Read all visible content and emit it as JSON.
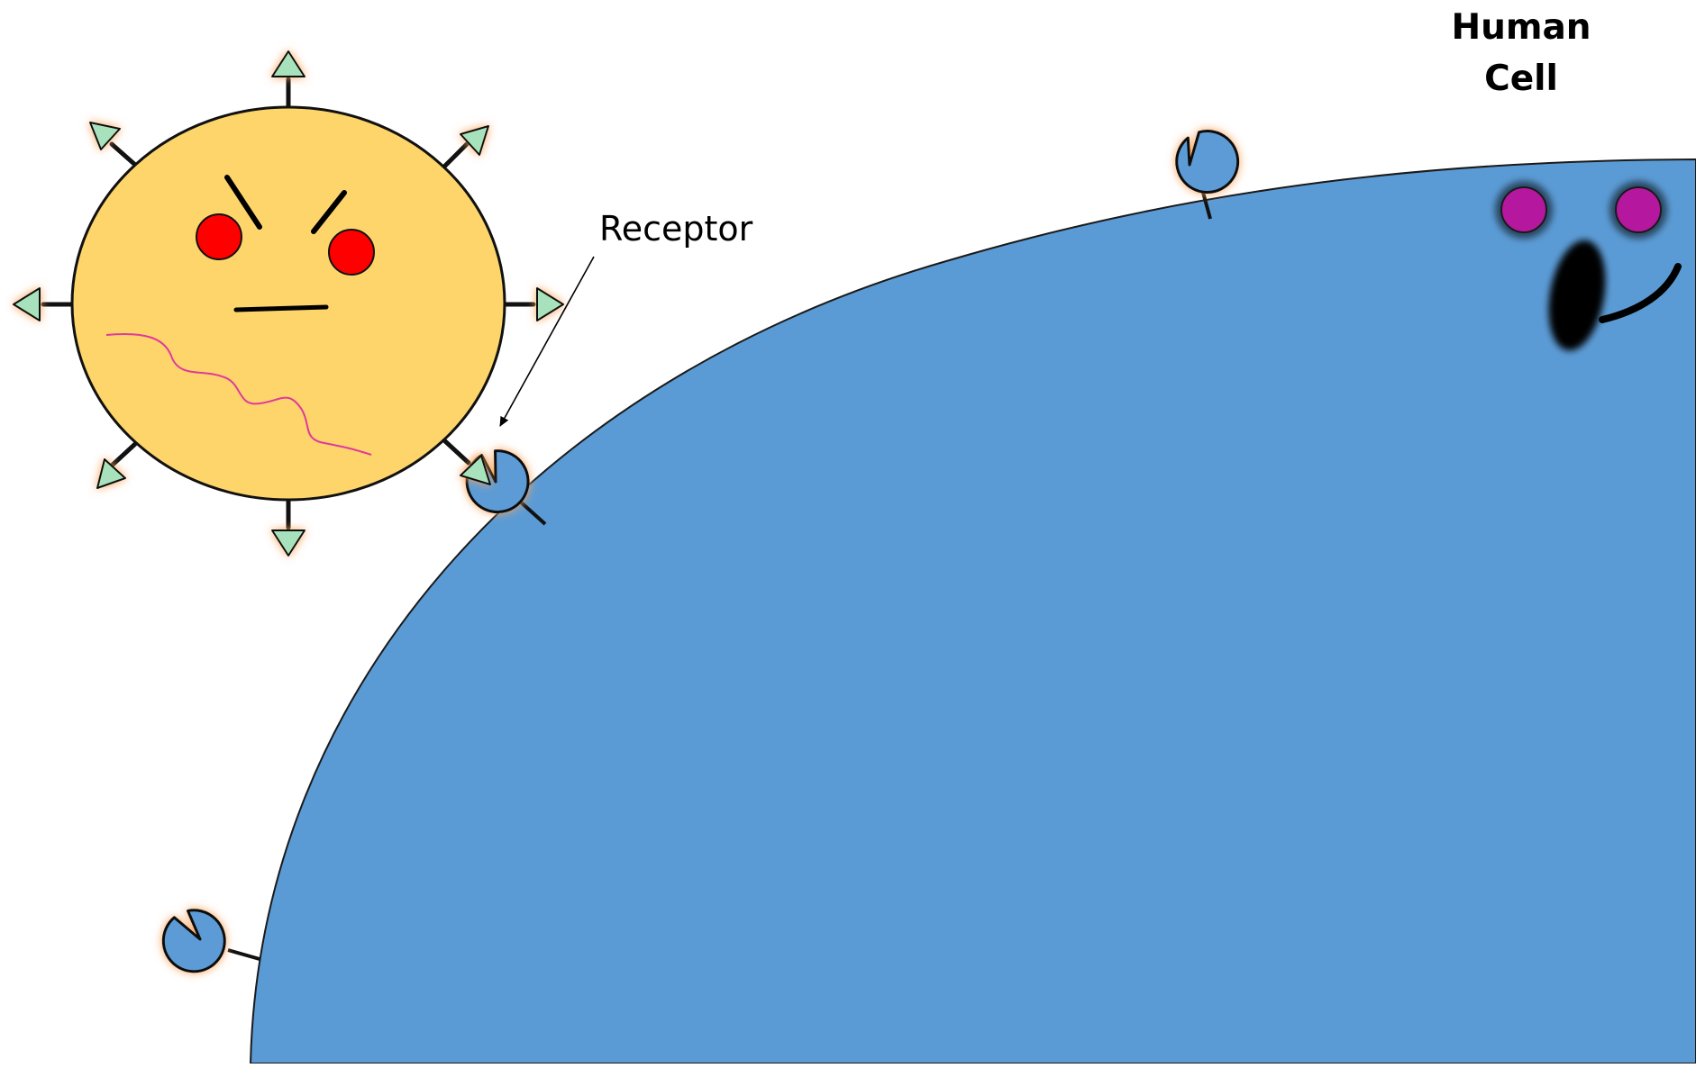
{
  "labels": {
    "human_cell_line1": "Human",
    "human_cell_line2": "Cell",
    "receptor": "Receptor"
  },
  "colors": {
    "background": "#ffffff",
    "cell_fill": "#5b9bd5",
    "virus_fill": "#fdd56b",
    "virus_eye": "#ff0000",
    "cell_eye": "#b5179e",
    "spike_head": "#a8e2bd",
    "glow": "#f7a35a",
    "rna": "#e0399b"
  },
  "icons": {
    "virus": "angry-virus-icon",
    "cell": "smiling-cell-icon",
    "receptor": "receptor-icon",
    "spike": "spike-protein-icon"
  }
}
